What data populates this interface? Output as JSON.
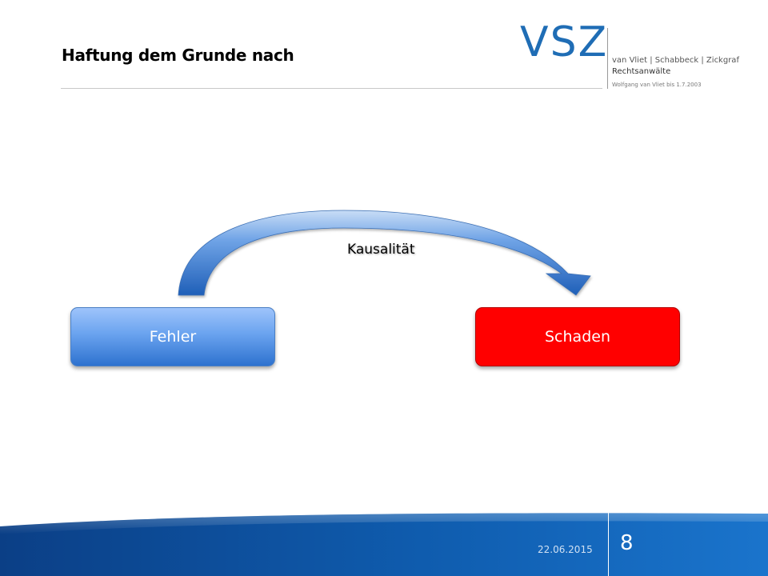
{
  "slide": {
    "title": "Haftung dem Grunde nach"
  },
  "logo": {
    "mark": "VSZ",
    "firm": "van Vliet | Schabbeck | Zickgraf",
    "subtitle": "Rechtsanwälte",
    "note": "Wolfgang van Vliet bis 1.7.2003"
  },
  "diagram": {
    "nodes": {
      "fehler": "Fehler",
      "schaden": "Schaden"
    },
    "arrow_label": "Kausalität"
  },
  "footer": {
    "date": "22.06.2015",
    "page_number": "8"
  },
  "colors": {
    "accent_blue": "#1f6db5",
    "node_fehler": "#6aa3ef",
    "node_schaden": "#ff0000",
    "footer_blue": "#1565b8"
  }
}
